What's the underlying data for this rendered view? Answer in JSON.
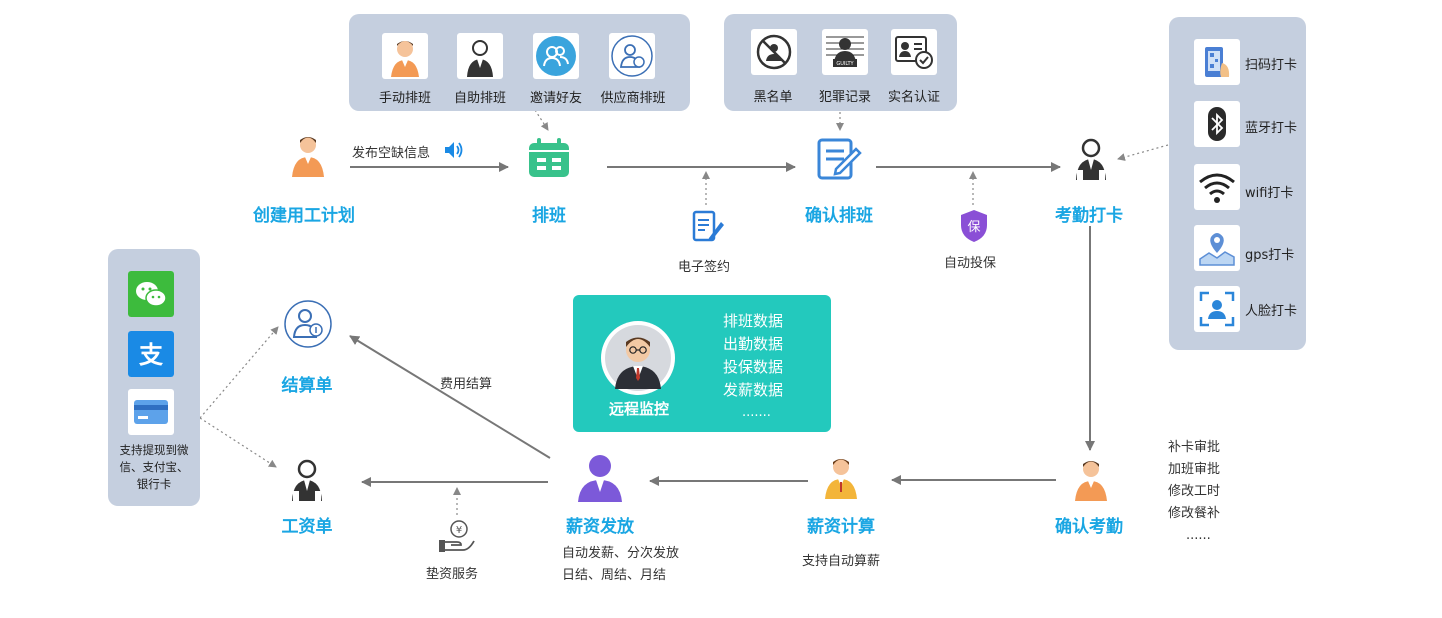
{
  "colors": {
    "accent": "#1aa6e3",
    "panel": "#c5cfdf",
    "monitor": "#23c9bd",
    "arrow": "#777777"
  },
  "top_left_panel": {
    "items": [
      {
        "label": "手动排班",
        "icon": "worker-avatar-icon"
      },
      {
        "label": "自助排班",
        "icon": "suited-person-icon"
      },
      {
        "label": "邀请好友",
        "icon": "two-users-icon"
      },
      {
        "label": "供应商排班",
        "icon": "supplier-person-icon"
      }
    ]
  },
  "top_mid_panel": {
    "items": [
      {
        "label": "黑名单",
        "icon": "blocked-person-icon"
      },
      {
        "label": "犯罪记录",
        "icon": "mugshot-icon"
      },
      {
        "label": "实名认证",
        "icon": "verified-id-icon"
      }
    ]
  },
  "right_panel": {
    "items": [
      {
        "label": "扫码打卡",
        "icon": "qr-scan-icon"
      },
      {
        "label": "蓝牙打卡",
        "icon": "bluetooth-icon"
      },
      {
        "label": "wifi打卡",
        "icon": "wifi-icon"
      },
      {
        "label": "gps打卡",
        "icon": "map-pin-icon"
      },
      {
        "label": "人脸打卡",
        "icon": "face-scan-icon"
      }
    ]
  },
  "left_panel": {
    "caption_lines": [
      "支持提现到微",
      "信、支付宝、",
      "银行卡"
    ],
    "items": [
      {
        "icon": "wechat-icon"
      },
      {
        "icon": "alipay-icon"
      },
      {
        "icon": "bank-card-icon"
      }
    ]
  },
  "nodes": {
    "create_plan": "创建用工计划",
    "schedule": "排班",
    "confirm_schedule": "确认排班",
    "attendance": "考勤打卡",
    "confirm_attendance": "确认考勤",
    "salary_calc": "薪资计算",
    "salary_pay": "薪资发放",
    "settlement": "结算单",
    "payslip": "工资单"
  },
  "edge_labels": {
    "publish_vacancy": "发布空缺信息",
    "e_sign": "电子签约",
    "auto_insure": "自动投保",
    "fee_settlement": "费用结算",
    "advance_service": "垫资服务",
    "insure_badge": "保"
  },
  "notes": {
    "salary_pay_lines": [
      "自动发薪、分次发放",
      "日结、周结、月结"
    ],
    "salary_calc": "支持自动算薪",
    "confirm_attendance_lines": [
      "补卡审批",
      "加班审批",
      "修改工时",
      "修改餐补",
      "......"
    ]
  },
  "monitor": {
    "title": "远程监控",
    "items": [
      "排班数据",
      "出勤数据",
      "投保数据",
      "发薪数据",
      "......."
    ]
  }
}
